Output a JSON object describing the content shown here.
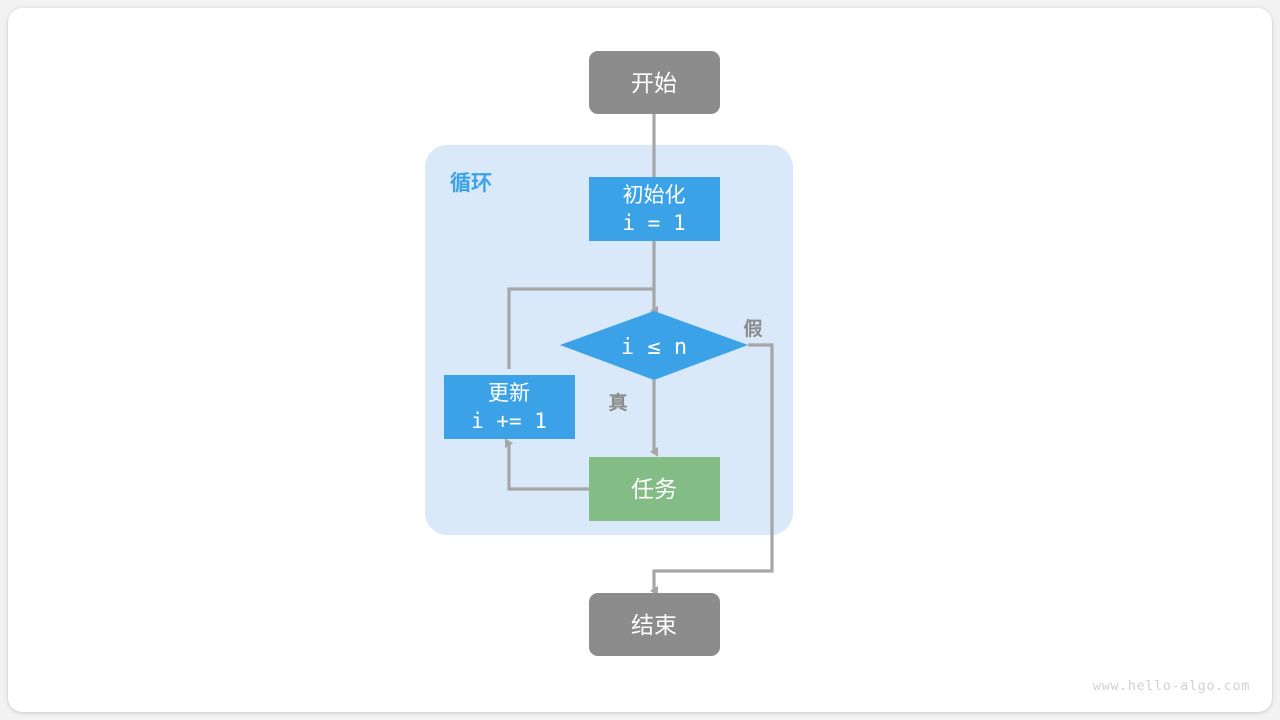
{
  "diagram": {
    "type": "flowchart",
    "title": "",
    "watermark": "www.hello-algo.com",
    "colors": {
      "background": "#ffffff",
      "card": "#ffffff",
      "terminal": "#8c8c8c",
      "process_blue": "#3ba2e8",
      "decision_blue": "#3ba2e8",
      "task_green": "#84bc85",
      "group_fill": "#d9e9f9",
      "group_label": "#3ba2e8",
      "edge": "#a6a6a6",
      "edge_label": "#8c8c8c",
      "node_text": "#ffffff",
      "watermark": "#d2d2d2"
    },
    "group": {
      "label": "循环"
    },
    "nodes": [
      {
        "id": "start",
        "shape": "rounded-rect",
        "lines": [
          "开始"
        ],
        "color": "#8c8c8c"
      },
      {
        "id": "init",
        "shape": "rect",
        "lines": [
          "初始化",
          "i = 1"
        ],
        "color": "#3ba2e8"
      },
      {
        "id": "cond",
        "shape": "diamond",
        "lines": [
          "i ≤ n"
        ],
        "color": "#3ba2e8"
      },
      {
        "id": "update",
        "shape": "rect",
        "lines": [
          "更新",
          "i += 1"
        ],
        "color": "#3ba2e8"
      },
      {
        "id": "task",
        "shape": "rect",
        "lines": [
          "任务"
        ],
        "color": "#84bc85"
      },
      {
        "id": "end",
        "shape": "rounded-rect",
        "lines": [
          "结束"
        ],
        "color": "#8c8c8c"
      }
    ],
    "edges": [
      {
        "from": "start",
        "to": "init",
        "label": ""
      },
      {
        "from": "init",
        "to": "cond",
        "label": ""
      },
      {
        "from": "cond",
        "to": "task",
        "label": "真"
      },
      {
        "from": "cond",
        "to": "end",
        "label": "假"
      },
      {
        "from": "task",
        "to": "update",
        "label": ""
      },
      {
        "from": "update",
        "to": "cond",
        "label": ""
      }
    ],
    "edge_labels": {
      "true": "真",
      "false": "假"
    }
  }
}
